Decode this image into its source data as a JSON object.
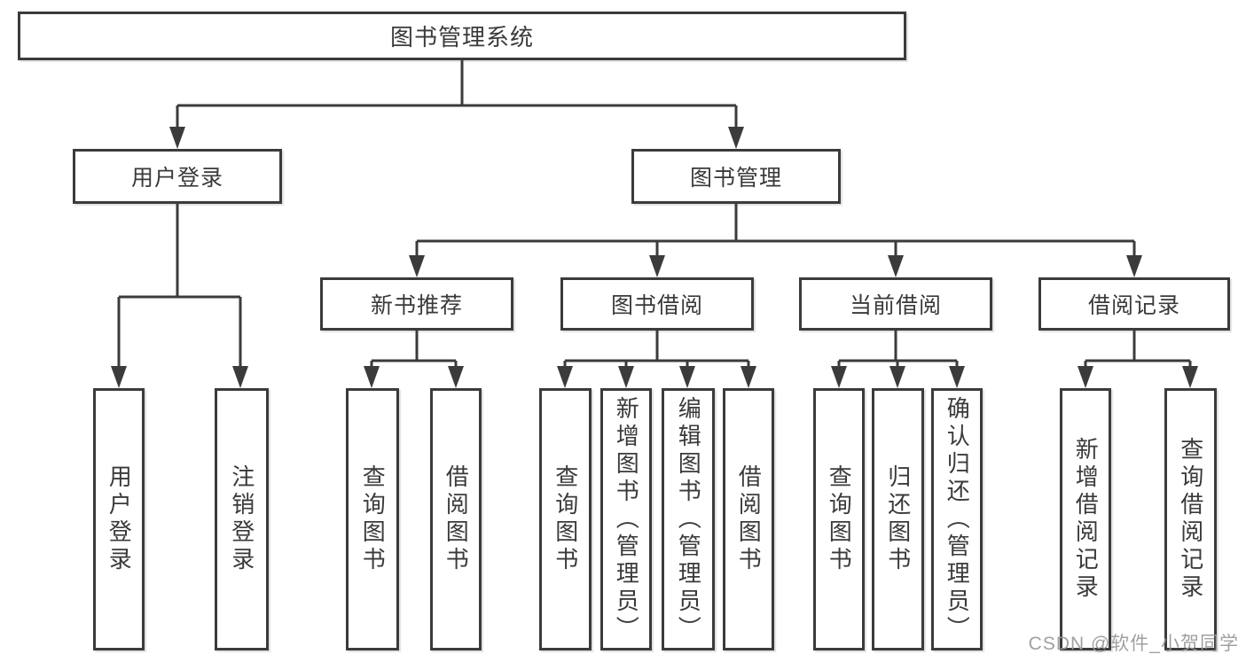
{
  "tree": {
    "root": {
      "label": "图书管理系统"
    },
    "user_login": {
      "label": "用户登录",
      "children": [
        {
          "label": "用户登录"
        },
        {
          "label": "注销登录"
        }
      ]
    },
    "book_management": {
      "label": "图书管理",
      "sections": [
        {
          "label": "新书推荐",
          "children": [
            {
              "label": "查询图书"
            },
            {
              "label": "借阅图书"
            }
          ]
        },
        {
          "label": "图书借阅",
          "children": [
            {
              "label": "查询图书"
            },
            {
              "label": "新增图书（管理员）"
            },
            {
              "label": "编辑图书（管理员）"
            },
            {
              "label": "借阅图书"
            }
          ]
        },
        {
          "label": "当前借阅",
          "children": [
            {
              "label": "查询图书"
            },
            {
              "label": "归还图书"
            },
            {
              "label": "确认归还（管理员）"
            }
          ]
        },
        {
          "label": "借阅记录",
          "children": [
            {
              "label": "新增借阅记录"
            },
            {
              "label": "查询借阅记录"
            }
          ]
        }
      ]
    }
  },
  "watermark": {
    "text": "CSDN @软件_小贺同学"
  },
  "colors": {
    "line": "#3b3b3b",
    "text": "#3a3a3a",
    "watermark": "#989898",
    "background": "#ffffff"
  }
}
